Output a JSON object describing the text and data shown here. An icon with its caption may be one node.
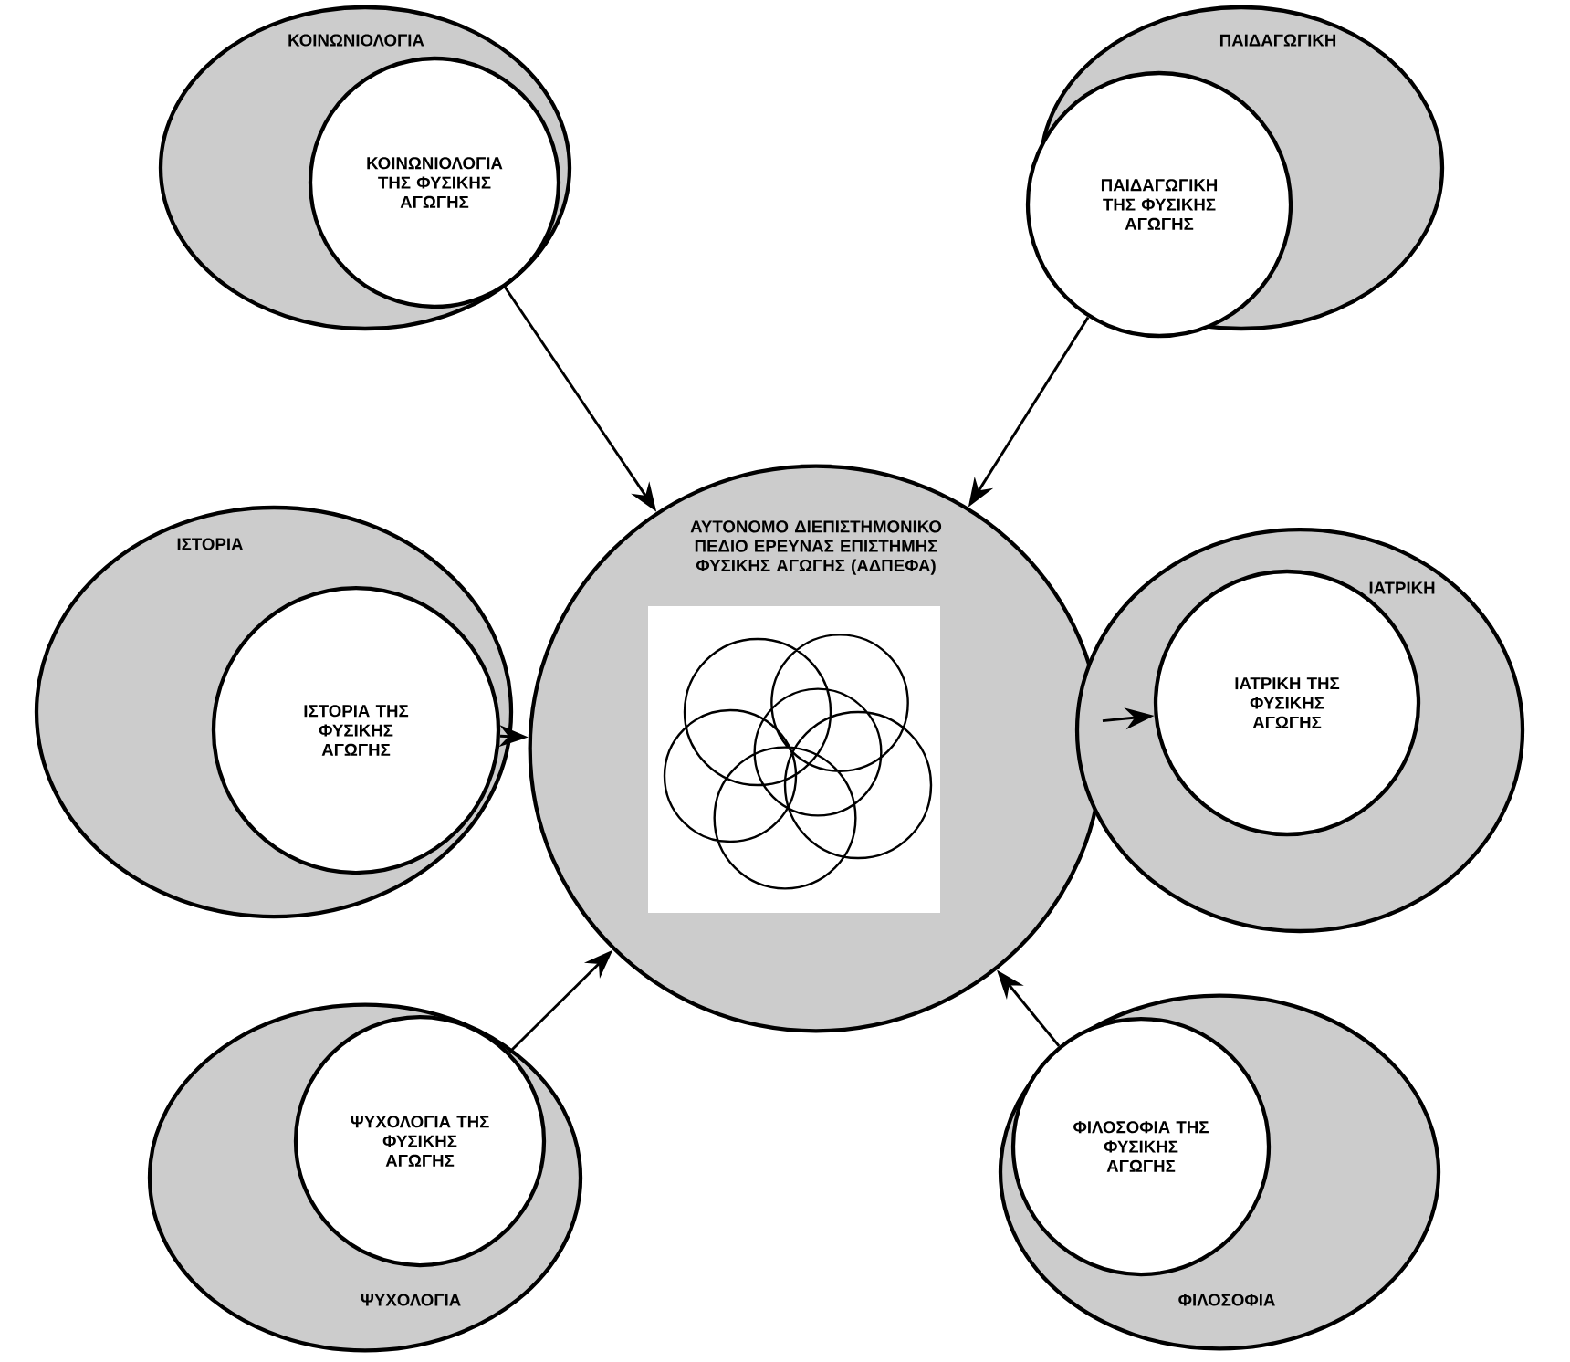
{
  "diagram": {
    "nodes": [
      {
        "text": [
          "ΚΟΙΝΩΝΙΟΛΟΓΙΑ"
        ]
      },
      {
        "text": [
          "ΚΟΙΝΩΝΙΟΛΟΓΙΑ ΤΗΣ ΦΥΣΙΚΗΣ ΑΓΩΓΗΣ"
        ],
        "in": 0
      },
      {
        "text": [
          "ΠΑΙΔΑΓΩΓΙΚΗ"
        ]
      },
      {
        "text": [
          "ΠΑΙΔΑΓΩΓΙΚΗ ΤΗΣ ΦΥΣΙΚΗΣ ΑΓΩΓΗΣ"
        ],
        "in": 2
      },
      {
        "text": [
          "ΑΥΤΟΝΟΜΟ ΔΙΕΠΙΣΤΗΜΟΝΙΚΟ ΠΕΔΙΟ ΕΡΕΥΝΑΣ ΕΠΙΣΤΗΜΗΣ ΦΥΣΙΚΗΣ ΑΓΩΓΗΣ (ΑΔΠΕΦΑ)"
        ]
      },
      {
        "text": [
          "ΙΣΤΟΡΙΑ"
        ]
      },
      {
        "text": [
          "ΙΣΤΟΡΙΑ ΤΗΣ ΦΥΣΙΚΗΣ ΑΓΩΓΗΣ"
        ],
        "in": 5
      },
      {
        "text": [
          "ΙΑΤΡΙΚΗ"
        ]
      },
      {
        "text": [
          "ΙΑΤΡΙΚΗ ΤΗΣ ΦΥΣΙΚΗΣ ΑΓΩΓΗΣ"
        ],
        "in": 7
      },
      {
        "text": [
          "ΨΥΧΟΛΟΓΙΑ"
        ]
      },
      {
        "text": [
          "ΨΥΧΟΛΟΓΙΑ ΤΗΣ ΦΥΣΙΚΗΣ ΑΓΩΓΗΣ"
        ],
        "in": 9
      },
      {
        "text": [
          "ΦΙΛΟΣΟΦΙΑ"
        ]
      },
      {
        "text": [
          "ΦΙΛΟΣΟΦΙΑ ΤΗΣ ΦΥΣΙΚΗΣ ΑΓΩΓΗΣ"
        ],
        "in": 11
      }
    ],
    "edges": [
      {
        "from": 1,
        "to": 4,
        "arrow": "to"
      },
      {
        "from": 3,
        "to": 4,
        "arrow": "to"
      },
      {
        "from": 6,
        "to": 4,
        "arrow": "to"
      },
      {
        "from": 4,
        "to": 8,
        "arrow": "to"
      },
      {
        "from": 10,
        "to": 4,
        "arrow": "to"
      },
      {
        "from": 12,
        "to": 4,
        "arrow": "to"
      }
    ]
  }
}
